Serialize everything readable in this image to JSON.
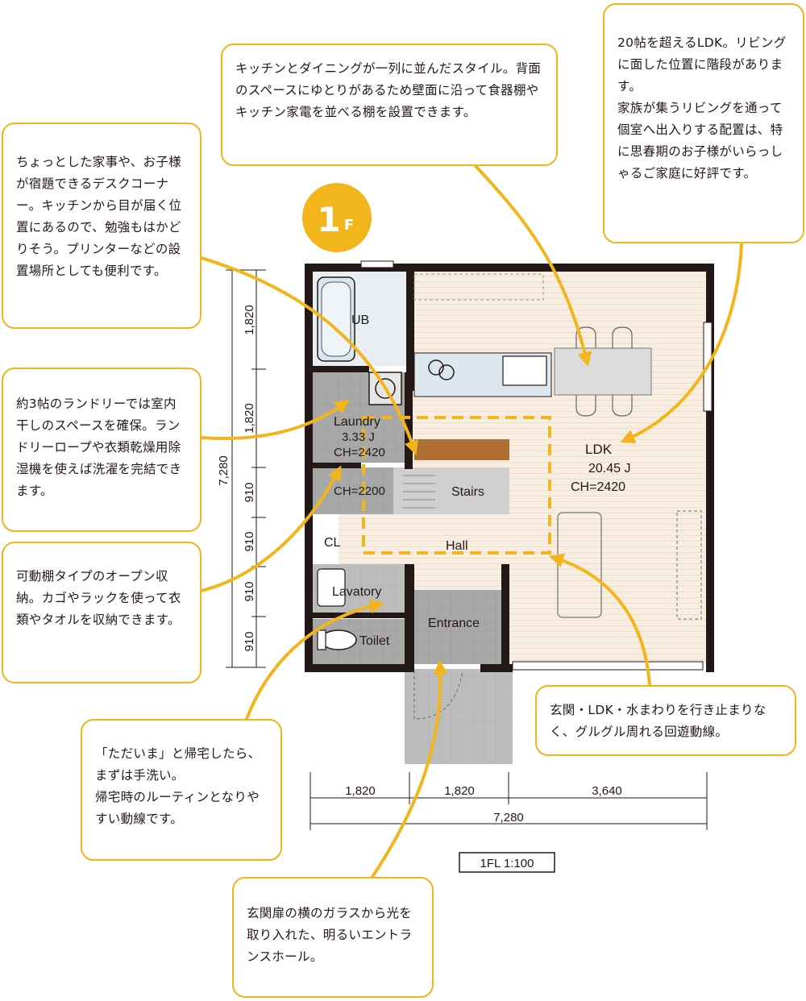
{
  "floor_badge": {
    "number": "1",
    "letter": "F"
  },
  "callouts": {
    "kitchen": "キッチンとダイニングが一列に並んだスタイル。背面のスペースにゆとりがあるため壁面に沿って食器棚やキッチン家電を並べる棚を設置できます。",
    "ldk": "20帖を超えるLDK。リビングに面した位置に階段があります。\n家族が集うリビングを通って個室へ出入りする配置は、特に思春期のお子様がいらっしゃるご家庭に好評です。",
    "desk": "ちょっとした家事や、お子様が宿題できるデスクコーナー。キッチンから目が届く位置にあるので、勉強もはかどりそう。プリンターなどの設置場所としても便利です。",
    "laundry": "約3帖のランドリーでは室内干しのスペースを確保。ランドリーロープや衣類乾燥用除湿機を使えば洗濯を完結できます。",
    "shelf": "可動棚タイプのオープン収納。カゴやラックを使って衣類やタオルを収納できます。",
    "loop": "玄関・LDK・水まわりを行き止まりなく、グルグル周れる回遊動線。",
    "tadaima": "「ただいま」と帰宅したら、まずは手洗い。\n帰宅時のルーティンとなりやすい動線です。",
    "entrance": "玄関扉の横のガラスから光を取り入れた、明るいエントランスホール。"
  },
  "rooms": {
    "ub": "UB",
    "laundry_name": "Laundry",
    "laundry_area": "3.33 J",
    "laundry_ch": "CH=2420",
    "storage_ch": "CH=2200",
    "stairs": "Stairs",
    "cl": "CL",
    "hall": "Hall",
    "lavatory": "Lavatory",
    "toilet": "Toilet",
    "entrance": "Entrance",
    "ldk_name": "LDK",
    "ldk_area": "20.45 J",
    "ldk_ch": "CH=2420"
  },
  "dimensions": {
    "vertical_total": "7,280",
    "vertical": [
      "1,820",
      "1,820",
      "910",
      "910",
      "910",
      "910"
    ],
    "horizontal": [
      "1,820",
      "1,820",
      "3,640"
    ],
    "horizontal_total": "7,280"
  },
  "scale_label": "1FL 1:100",
  "colors": {
    "accent": "#f2b51b",
    "wall": "#231815",
    "floor_wood": "#f7ede0",
    "floor_wet": "#a9a9a9",
    "stair_floor": "#c9c9c9",
    "kitchen_counter": "#dde7ee",
    "desk_brown": "#b06f34"
  }
}
